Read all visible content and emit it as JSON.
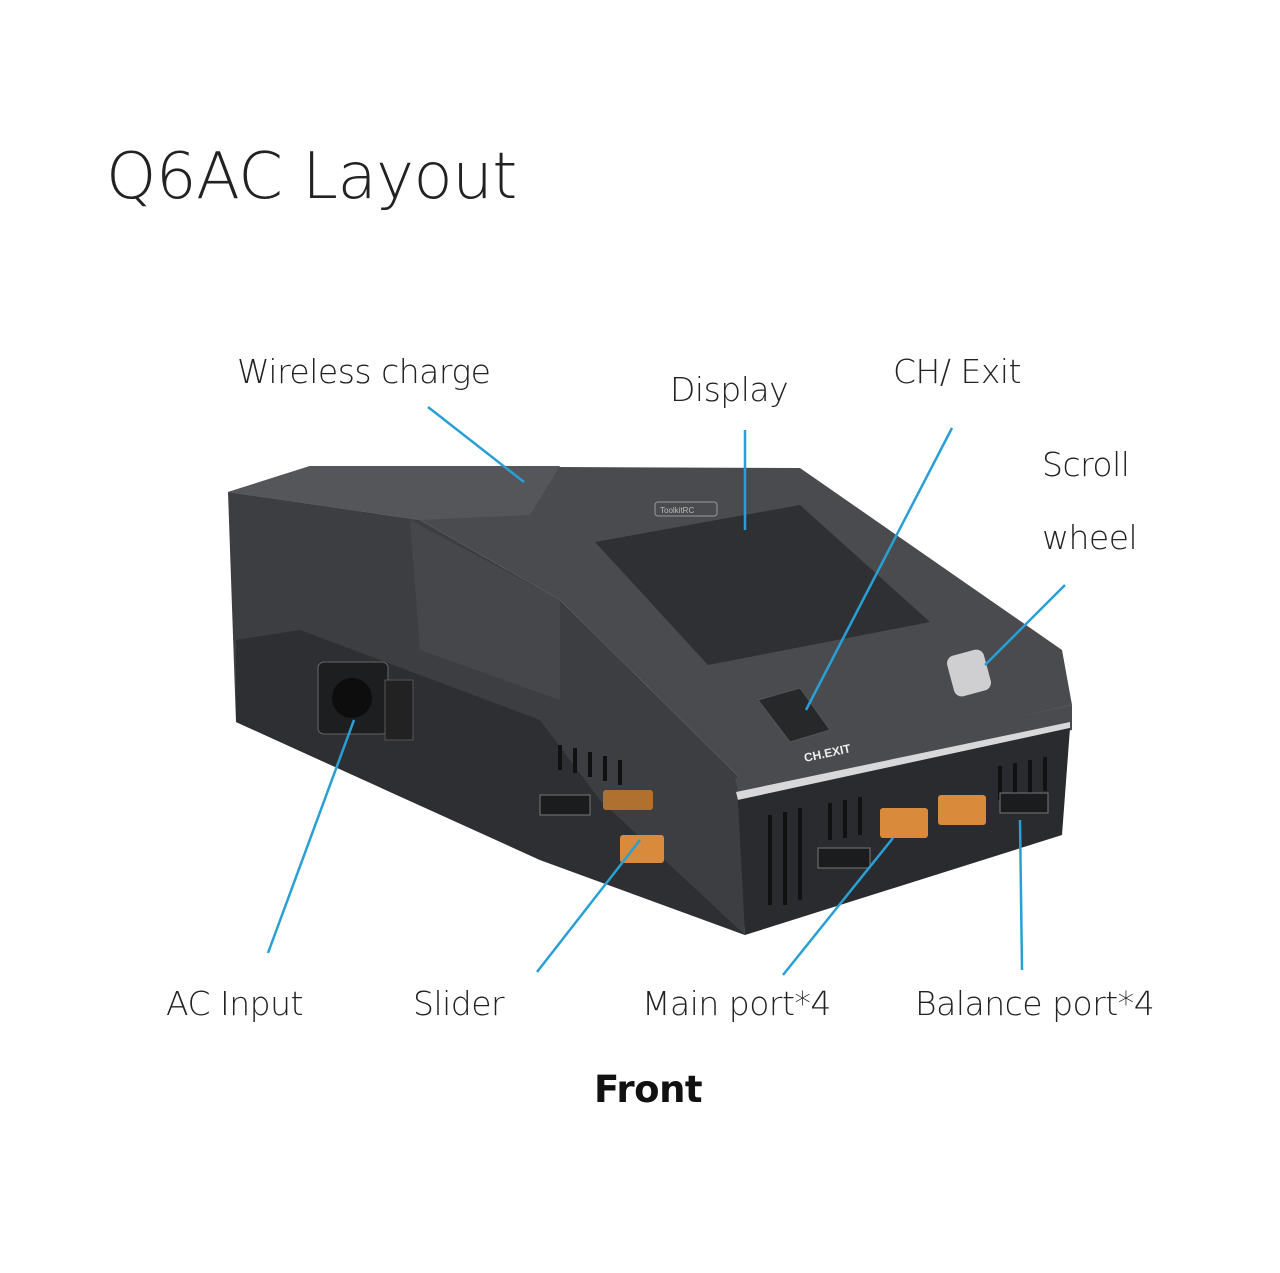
{
  "title": "Q6AC Layout",
  "view_label": "Front",
  "device_markings": {
    "logo": "ToolkitRC",
    "button_label": "CH.EXIT"
  },
  "callouts": {
    "wireless_charge": "Wireless charge",
    "display": "Display",
    "ch_exit": "CH/ Exit",
    "scroll_line1": "Scroll",
    "scroll_line2": "wheel",
    "ac_input": "AC Input",
    "slider": "Slider",
    "main_port": "Main port*4",
    "balance_port": "Balance port*4"
  },
  "colors": {
    "callout_line": "#2a9fd6",
    "body": "#3a3b3e",
    "port": "#d98a3a"
  }
}
